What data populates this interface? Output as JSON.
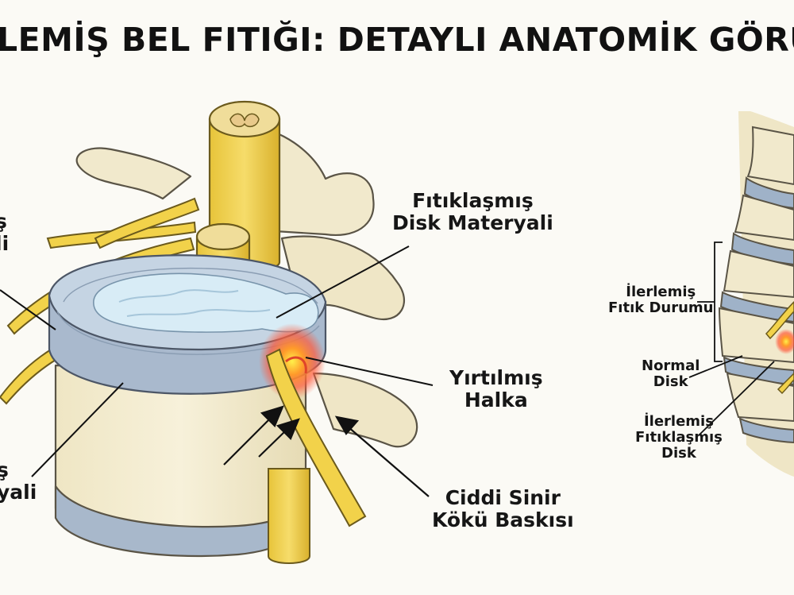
{
  "title": "LEMİŞ BEL FITIĞI: DETAYLI ANATOMİK GÖRÜ",
  "labels": {
    "left_top": [
      "ş",
      "li"
    ],
    "left_bottom": [
      "ş",
      "yali"
    ],
    "herniated_material": [
      "Fıtıklaşmış",
      "Disk Materyali"
    ],
    "torn_annulus": [
      "Yırtılmış",
      "Halka"
    ],
    "nerve_compression": [
      "Ciddi Sinir",
      "Kökü Baskısı"
    ],
    "advanced_hernia_status": [
      "İlerlemiş",
      "Fıtık Durumu"
    ],
    "normal_disc": [
      "Normal",
      "Disk"
    ],
    "advanced_herniated_disc": [
      "İlerlemiş",
      "Fıtıklaşmış",
      "Disk"
    ]
  }
}
